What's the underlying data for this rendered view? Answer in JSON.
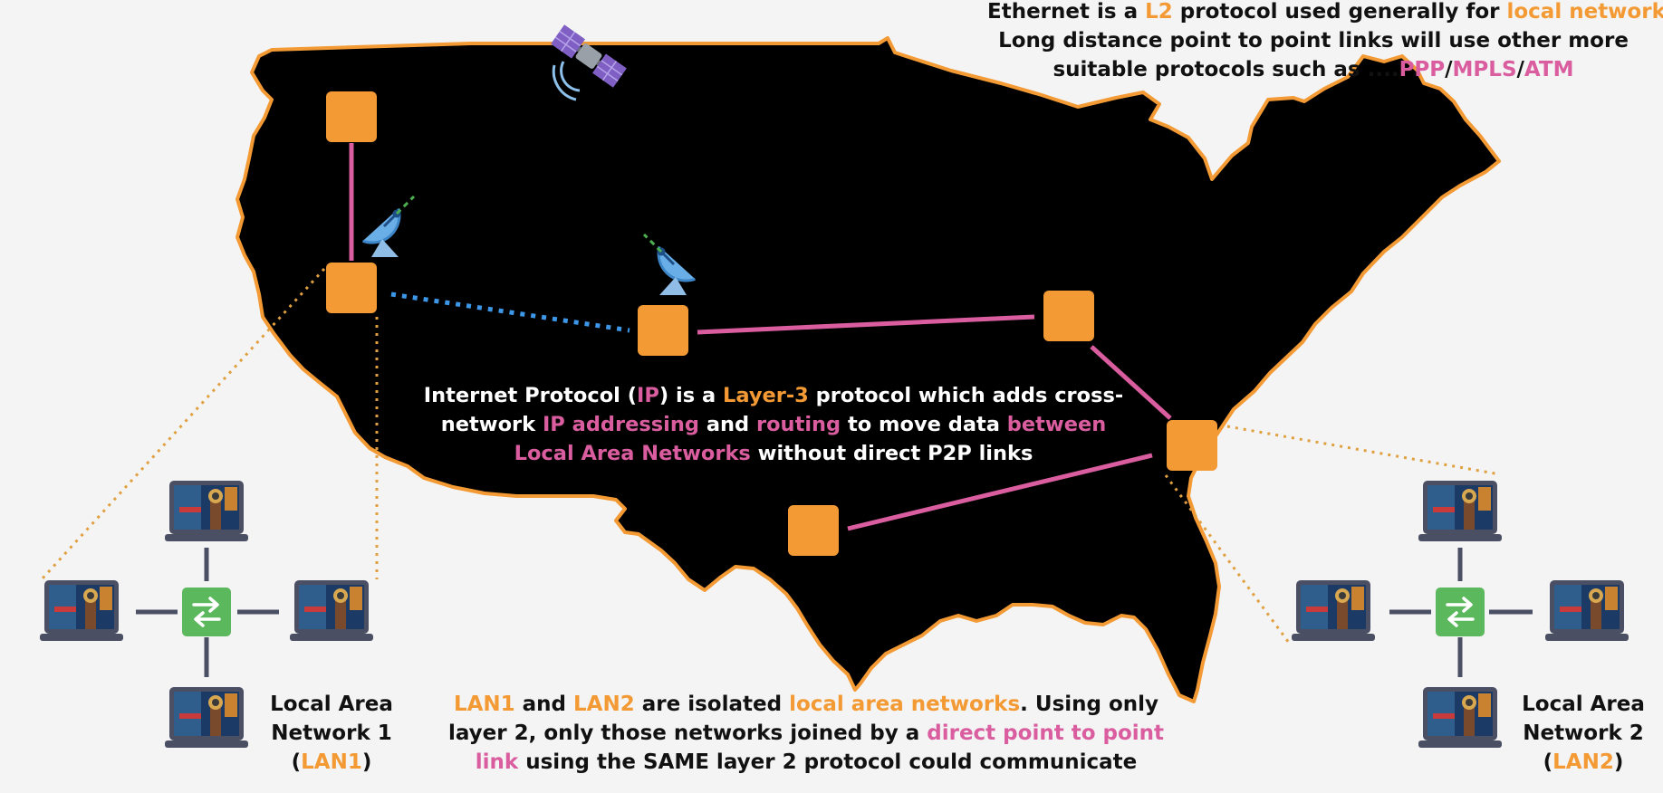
{
  "colors": {
    "background": "#f4f4f4",
    "map_fill": "#000000",
    "map_outline": "#f39a34",
    "router": "#f39a34",
    "p2p_link": "#d95d9f",
    "satellite_link": "#3d97e8",
    "lan_tap": "#e0a040",
    "switch": "#5bb85c",
    "lan_cable": "#4a4f63",
    "highlight_orange": "#f39a34",
    "highlight_pink": "#d95d9f"
  },
  "icons": {
    "satellite": "satellite-icon",
    "dish_west": "satellite-dish-icon",
    "dish_central": "satellite-dish-icon",
    "switch_lan1": "network-switch-icon",
    "switch_lan2": "network-switch-icon",
    "laptop": "laptop-icon"
  },
  "ethernet_note": {
    "l1_a": "Ethernet is a ",
    "l1_b": "L2",
    "l1_c": " protocol used generally for ",
    "l1_d": "local networks",
    "l1_e": ".",
    "l2": "Long distance point to point links will use other more",
    "l3_a": "suitable protocols such as ....",
    "l3_b": "PPP",
    "l3_c": "/",
    "l3_d": "MPLS",
    "l3_e": "/",
    "l3_f": "ATM"
  },
  "ip_note": {
    "l1_a": "Internet Protocol (",
    "l1_b": "IP",
    "l1_c": ") is a ",
    "l1_d": "Layer-3",
    "l1_e": " protocol which adds cross-",
    "l2_a": "network ",
    "l2_b": "IP addressing",
    "l2_c": " and ",
    "l2_d": "routing",
    "l2_e": " to move data ",
    "l2_f": "between",
    "l3_a": "Local Area Networks",
    "l3_b": " without direct P2P links"
  },
  "lan_note": {
    "l1_a": "LAN1",
    "l1_b": " and ",
    "l1_c": "LAN2",
    "l1_d": " are isolated ",
    "l1_e": "local area networks",
    "l1_f": ". Using only",
    "l2_a": "layer 2, only those networks joined by a ",
    "l2_b": "direct point to point",
    "l3_a": "link",
    "l3_b": " using the SAME layer 2 protocol could communicate"
  },
  "lan1": {
    "l1": "Local Area",
    "l2": "Network 1",
    "l3_a": "(",
    "l3_b": "LAN1",
    "l3_c": ")"
  },
  "lan2": {
    "l1": "Local Area",
    "l2": "Network 2",
    "l3_a": "(",
    "l3_b": "LAN2",
    "l3_c": ")"
  }
}
